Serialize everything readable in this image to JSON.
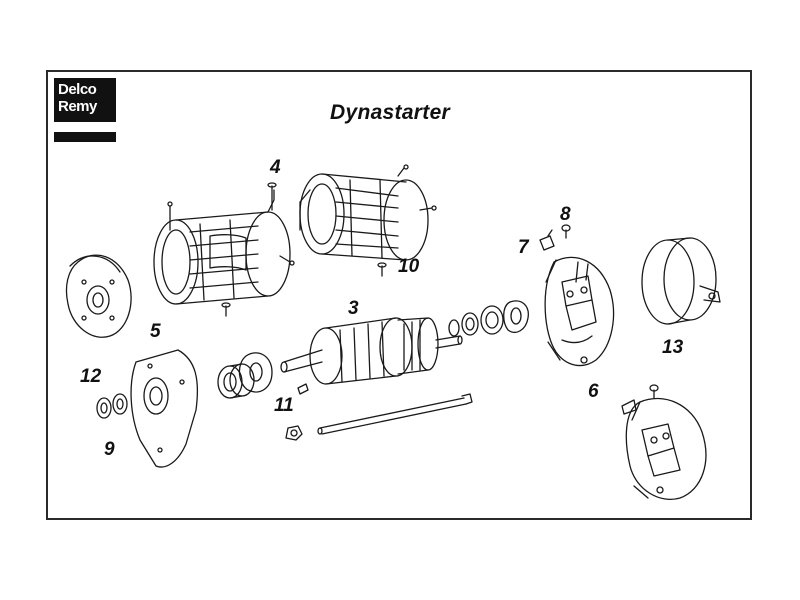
{
  "brand": {
    "line1": "Delco",
    "line2": "Remy"
  },
  "title": "Dynastarter",
  "callouts": [
    "3",
    "4",
    "5",
    "6",
    "7",
    "8",
    "9",
    "10",
    "11",
    "12",
    "13"
  ],
  "colors": {
    "ink": "#111111",
    "paper": "#ffffff"
  }
}
